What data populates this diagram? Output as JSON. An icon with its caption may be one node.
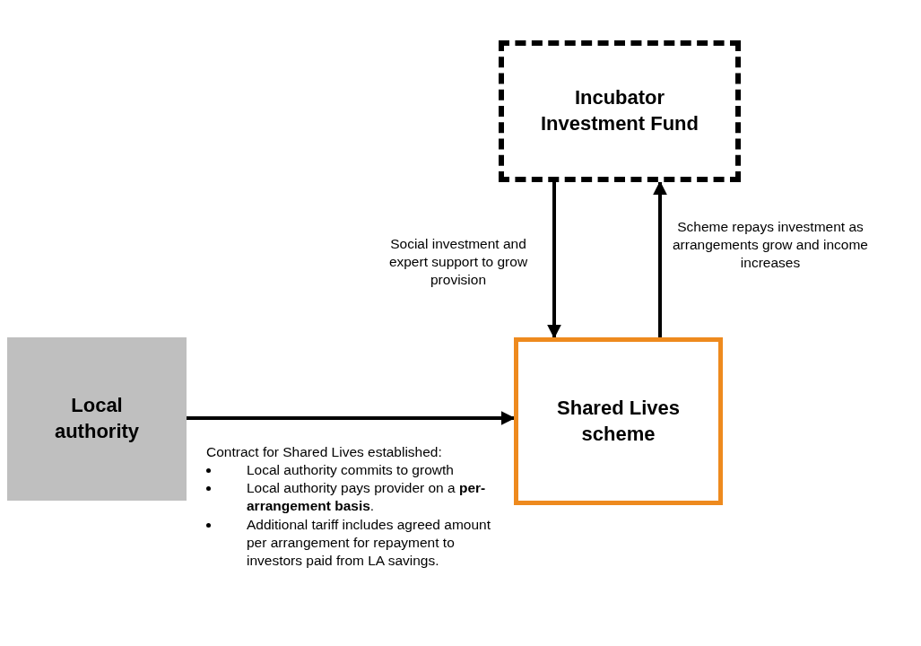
{
  "diagram": {
    "nodes": [
      {
        "text": [
          "Incubator Investment Fund"
        ]
      },
      {
        "text": [
          "Local authority"
        ]
      },
      {
        "text": [
          "Shared Lives scheme"
        ]
      }
    ],
    "edges": [
      {
        "from": 0,
        "to": 2,
        "arrow": "to",
        "label": "Social investment and expert support to grow provision"
      },
      {
        "from": 2,
        "to": 0,
        "arrow": "to",
        "label": "Scheme repays investment as arrangements grow and income increases"
      },
      {
        "from": 1,
        "to": 2,
        "arrow": "to"
      }
    ],
    "labels": [
      "Contract for Shared Lives established:",
      "Local authority commits to growth",
      "Local authority pays provider on a **per-arrangement basis**.",
      "Additional tariff includes agreed amount per arrangement for repayment to investors paid from LA savings."
    ]
  }
}
